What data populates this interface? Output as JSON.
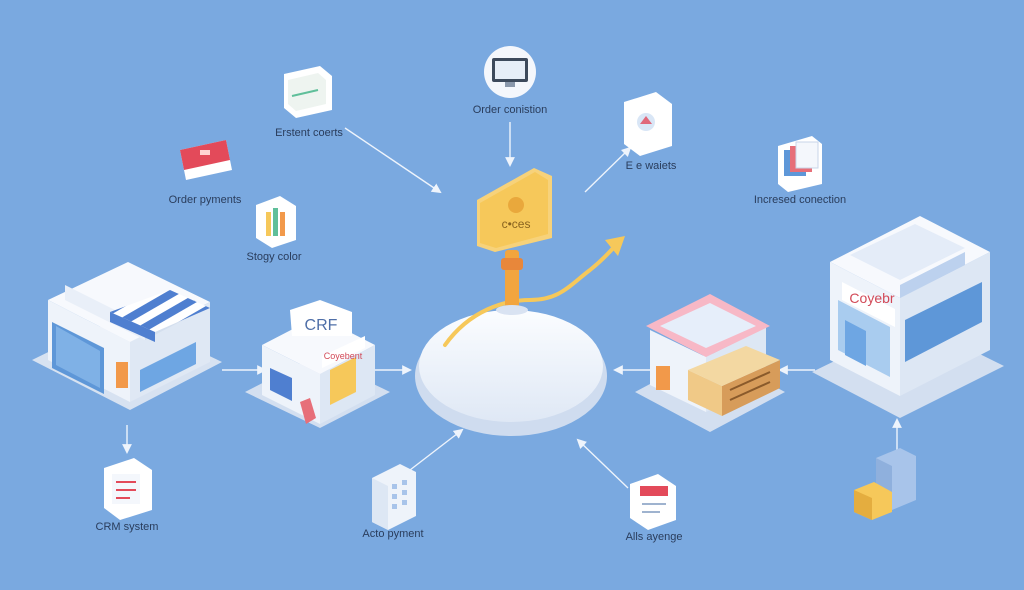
{
  "diagram": {
    "hub_sign": "c•ces",
    "labels": {
      "existent_cards": "Erstent coerts",
      "order_confirmation": "Order conistion",
      "e_wallets": "E e waiets",
      "order_payments": "Order pyments",
      "story_color": "Stogy color",
      "increased_conversion": "Incresed conection",
      "crm_system": "CRM system",
      "auto_payment": "Acto pyment",
      "all_average": "Alls ayenge"
    },
    "store_signs": {
      "crf": "CRF",
      "small_shop": "Coyebent",
      "big_store": "Coyebr"
    }
  },
  "colors": {
    "background": "#7aa9e0",
    "accent_yellow": "#f6c85a",
    "accent_orange": "#f2994a",
    "awning_blue": "#4f7fd0",
    "platform": "#f4f7fc"
  }
}
